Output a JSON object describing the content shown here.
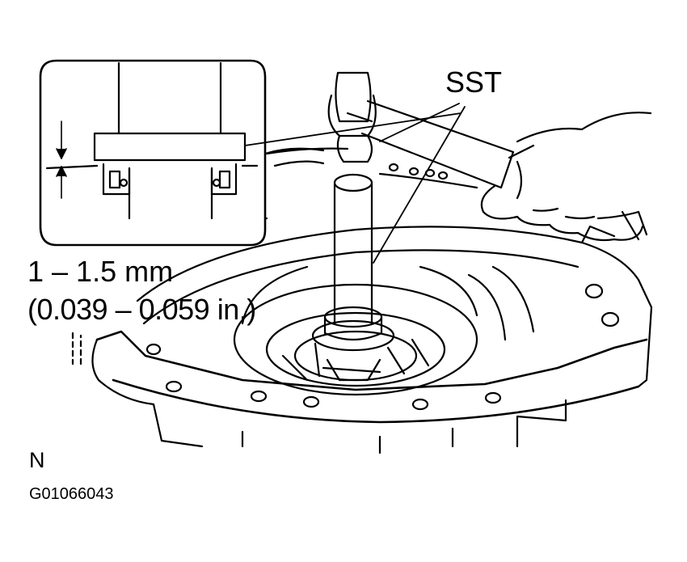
{
  "labels": {
    "tool_callout": "SST",
    "clearance_mm": "1 – 1.5 mm",
    "clearance_in": "(0.039 – 0.059 in.)",
    "view_letter": "N",
    "figure_code": "G01066043"
  },
  "colors": {
    "ink": "#000000",
    "paper": "#ffffff"
  }
}
